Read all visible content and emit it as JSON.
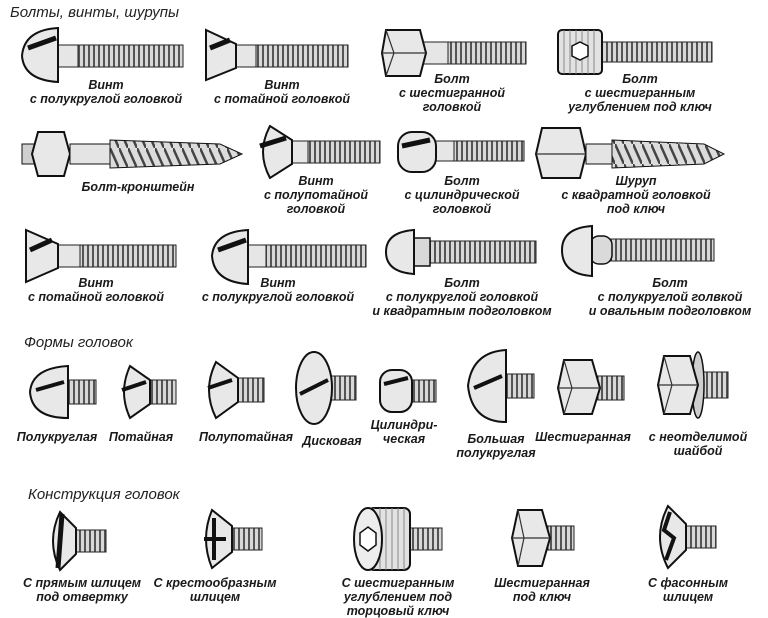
{
  "sections": {
    "bolts": "Болты, винты, шурупы",
    "head_shapes": "Формы головок",
    "head_construction": "Конструкция головок"
  },
  "bolts": [
    {
      "label": "Винт\nс полукруглой головкой",
      "icon": "round-head-screw-icon"
    },
    {
      "label": "Винт\nс потайной головкой",
      "icon": "countersunk-screw-icon"
    },
    {
      "label": "Болт\nс шестигранной\nголовкой",
      "icon": "hex-head-bolt-icon"
    },
    {
      "label": "Болт\nс шестигранным\nуглублением под ключ",
      "icon": "socket-head-bolt-icon"
    },
    {
      "label": "Болт-кронштейн",
      "icon": "hanger-bolt-icon"
    },
    {
      "label": "Винт\nс полупотайной\nголовкой",
      "icon": "raised-countersunk-screw-icon"
    },
    {
      "label": "Болт\nс цилиндрической\nголовкой",
      "icon": "cheese-head-bolt-icon"
    },
    {
      "label": "Шуруп\nс квадратной головкой\nпод ключ",
      "icon": "square-head-lag-screw-icon"
    },
    {
      "label": "Винт\nс потайной головкой",
      "icon": "countersunk-screw-icon"
    },
    {
      "label": "Винт\nс полукруглой головкой",
      "icon": "round-head-screw-icon"
    },
    {
      "label": "Болт\nс полукруглой головкой\nи квадратным подголовком",
      "icon": "carriage-bolt-icon"
    },
    {
      "label": "Болт\nс полукруглой голвкой\nи овальным подголовком",
      "icon": "oval-neck-bolt-icon"
    }
  ],
  "head_shapes": [
    {
      "label": "Полукруглая",
      "icon": "round-head-icon"
    },
    {
      "label": "Потайная",
      "icon": "flat-head-icon"
    },
    {
      "label": "Полупотайная",
      "icon": "oval-head-icon"
    },
    {
      "label": "Дисковая",
      "icon": "pan-head-icon"
    },
    {
      "label": "Цилиндри-\nческая",
      "icon": "cheese-head-icon"
    },
    {
      "label": "Большая\nполукруглая",
      "icon": "truss-head-icon"
    },
    {
      "label": "Шестигранная",
      "icon": "hex-head-icon"
    },
    {
      "label": "с неотделимой\nшайбой",
      "icon": "hex-washer-head-icon"
    }
  ],
  "head_construction": [
    {
      "label": "С прямым шлицем\nпод отвертку",
      "icon": "slotted-drive-icon"
    },
    {
      "label": "С крестообразным\nшлицем",
      "icon": "phillips-drive-icon"
    },
    {
      "label": "С шестигранным\nуглублением под\nторцовый ключ",
      "icon": "hex-socket-drive-icon"
    },
    {
      "label": "Шестигранная\nпод ключ",
      "icon": "hex-wrench-drive-icon"
    },
    {
      "label": "С фасонным\nшлицем",
      "icon": "shaped-slot-drive-icon"
    }
  ]
}
